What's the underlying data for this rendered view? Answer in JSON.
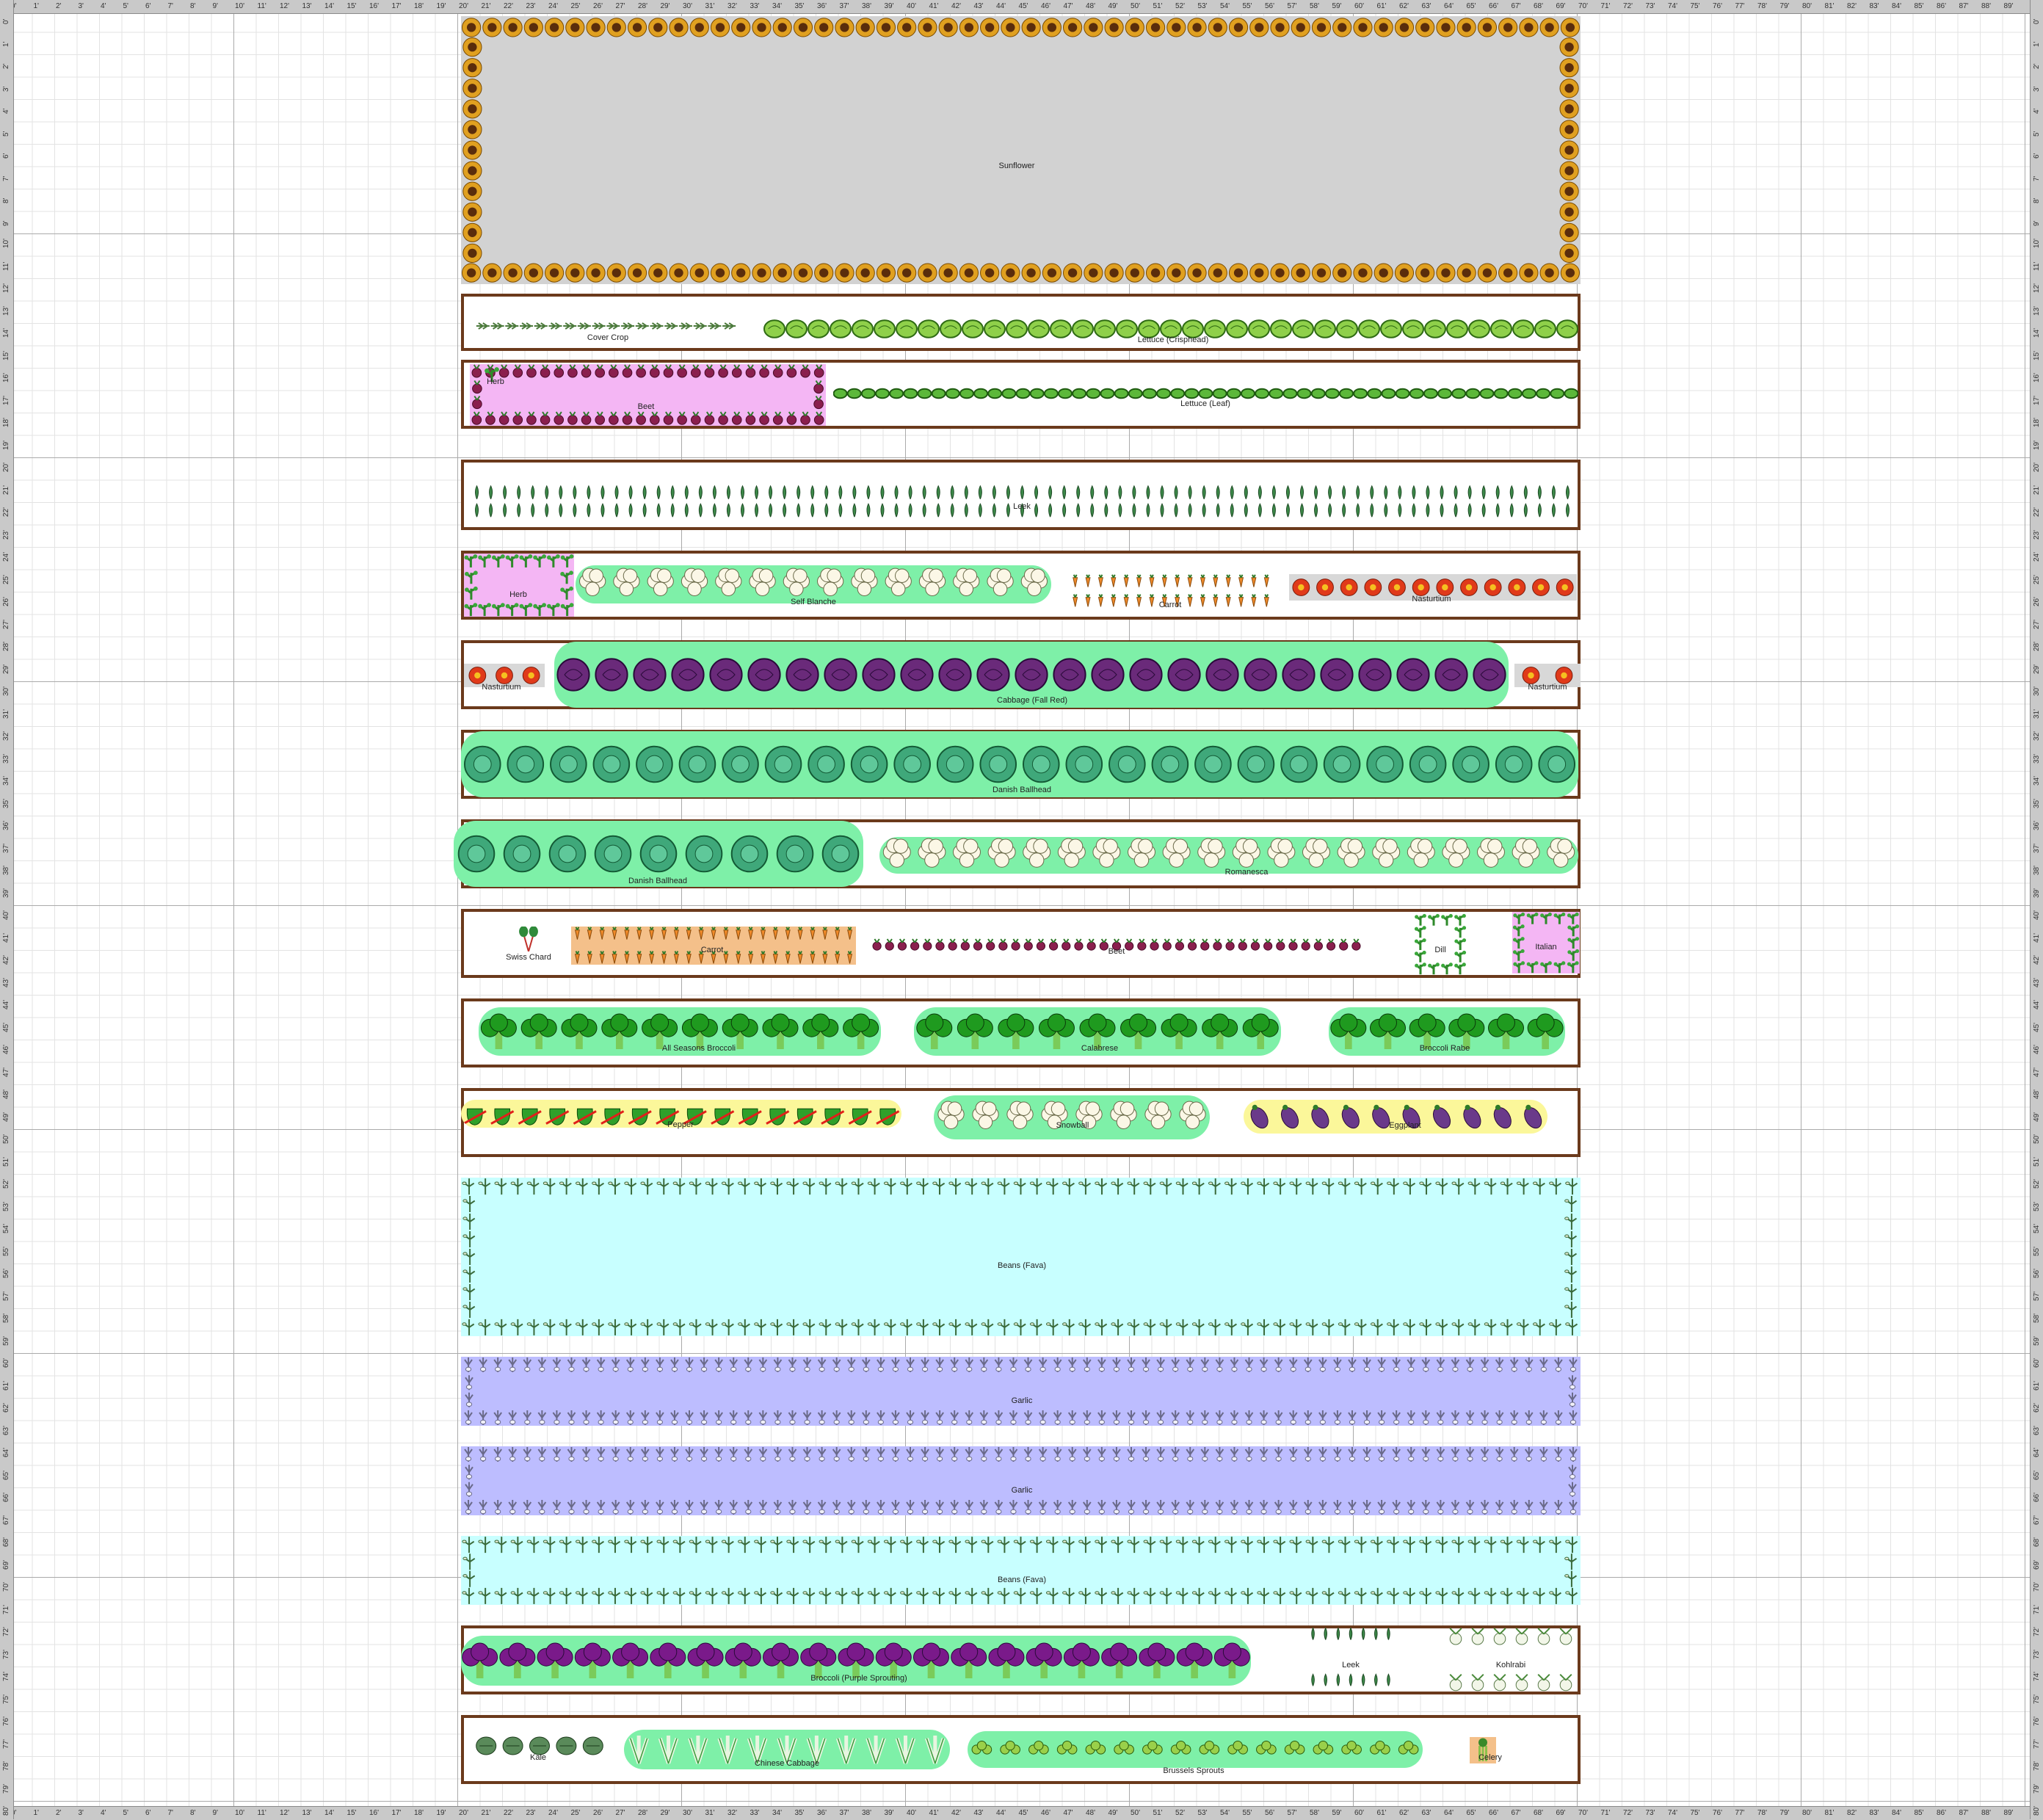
{
  "ruler": {
    "feet": [
      "0'",
      "1'",
      "2'",
      "3'",
      "4'",
      "5'",
      "6'",
      "7'",
      "8'",
      "9'",
      "10'",
      "11'",
      "12'",
      "13'",
      "14'",
      "15'",
      "16'",
      "17'",
      "18'",
      "19'",
      "20'",
      "21'",
      "22'",
      "23'",
      "24'",
      "25'",
      "26'",
      "27'",
      "28'",
      "29'",
      "30'",
      "31'",
      "32'",
      "33'",
      "34'",
      "35'",
      "36'",
      "37'",
      "38'",
      "39'",
      "40'",
      "41'",
      "42'",
      "43'",
      "44'",
      "45'",
      "46'",
      "47'",
      "48'",
      "49'",
      "50'",
      "51'",
      "52'",
      "53'",
      "54'",
      "55'",
      "56'",
      "57'",
      "58'",
      "59'",
      "60'",
      "61'",
      "62'",
      "63'",
      "64'",
      "65'",
      "66'",
      "67'",
      "68'",
      "69'",
      "70'",
      "71'",
      "72'",
      "73'",
      "74'",
      "75'",
      "76'",
      "77'",
      "78'",
      "79'",
      "80'",
      "81'",
      "82'",
      "83'",
      "84'",
      "85'",
      "86'",
      "87'",
      "88'",
      "89'"
    ]
  },
  "colors": {
    "bed_border": "#6b3a1c",
    "sunflower_area": "#d2d2d2",
    "herb_area": "#f4b6f4",
    "brassica_glow": "#7ef0a8",
    "fava_area": "#c8ffff",
    "garlic_area": "#bdbdff",
    "pepper_area": "#fbf79a"
  },
  "beds": [
    {
      "plantings": [
        {
          "name": "Sunflower",
          "icon": "sunflower-icon"
        }
      ]
    },
    {
      "plantings": [
        {
          "name": "Cover Crop",
          "icon": "cover-crop-icon"
        },
        {
          "name": "Lettuce (Crisphead)",
          "icon": "lettuce-icon"
        }
      ]
    },
    {
      "plantings": [
        {
          "name": "Herb",
          "icon": "herb-icon"
        },
        {
          "name": "Beet",
          "icon": "beet-icon"
        },
        {
          "name": "Lettuce (Leaf)",
          "icon": "lettuce-leaf-icon"
        }
      ]
    },
    {
      "plantings": [
        {
          "name": "Leek",
          "icon": "leek-icon"
        }
      ]
    },
    {
      "plantings": [
        {
          "name": "Herb",
          "icon": "herb-icon"
        },
        {
          "name": "Self Blanche",
          "icon": "cauliflower-icon"
        },
        {
          "name": "Carrot",
          "icon": "carrot-icon"
        },
        {
          "name": "Nasturtium",
          "icon": "nasturtium-icon"
        }
      ]
    },
    {
      "plantings": [
        {
          "name": "Nasturtium",
          "icon": "nasturtium-icon"
        },
        {
          "name": "Cabbage (Fall Red)",
          "icon": "red-cabbage-icon"
        },
        {
          "name": "Nasturtium",
          "icon": "nasturtium-icon"
        }
      ]
    },
    {
      "plantings": [
        {
          "name": "Danish Ballhead",
          "icon": "cabbage-icon"
        }
      ]
    },
    {
      "plantings": [
        {
          "name": "Danish Ballhead",
          "icon": "cabbage-icon"
        },
        {
          "name": "Romanesca",
          "icon": "cauliflower-icon"
        }
      ]
    },
    {
      "plantings": [
        {
          "name": "Swiss Chard",
          "icon": "chard-icon"
        },
        {
          "name": "Carrot",
          "icon": "carrot-icon"
        },
        {
          "name": "Beet",
          "icon": "beet-icon"
        },
        {
          "name": "Dill",
          "icon": "herb-icon"
        },
        {
          "name": "Italian",
          "icon": "herb-icon"
        }
      ]
    },
    {
      "plantings": [
        {
          "name": "All Seasons Broccoli",
          "icon": "broccoli-icon"
        },
        {
          "name": "Calabrese",
          "icon": "broccoli-icon"
        },
        {
          "name": "Broccoli Rabe",
          "icon": "broccoli-icon"
        }
      ]
    },
    {
      "plantings": [
        {
          "name": "Pepper",
          "icon": "pepper-icon"
        },
        {
          "name": "Snowball",
          "icon": "cauliflower-icon"
        },
        {
          "name": "Eggplant",
          "icon": "eggplant-icon"
        }
      ]
    },
    {
      "plantings": [
        {
          "name": "Beans (Fava)",
          "icon": "fava-bean-icon"
        }
      ]
    },
    {
      "plantings": [
        {
          "name": "Garlic",
          "icon": "garlic-icon"
        }
      ]
    },
    {
      "plantings": [
        {
          "name": "Garlic",
          "icon": "garlic-icon"
        }
      ]
    },
    {
      "plantings": [
        {
          "name": "Beans (Fava)",
          "icon": "fava-bean-icon"
        }
      ]
    },
    {
      "plantings": [
        {
          "name": "Broccoli (Purple Sprouting)",
          "icon": "purple-broccoli-icon"
        },
        {
          "name": "Leek",
          "icon": "leek-icon"
        },
        {
          "name": "Kohlrabi",
          "icon": "kohlrabi-icon"
        }
      ]
    },
    {
      "plantings": [
        {
          "name": "Kale",
          "icon": "kale-icon"
        },
        {
          "name": "Chinese Cabbage",
          "icon": "bok-choy-icon"
        },
        {
          "name": "Brussels Sprouts",
          "icon": "brussels-sprouts-icon"
        },
        {
          "name": "Celery",
          "icon": "celery-icon"
        }
      ]
    }
  ]
}
